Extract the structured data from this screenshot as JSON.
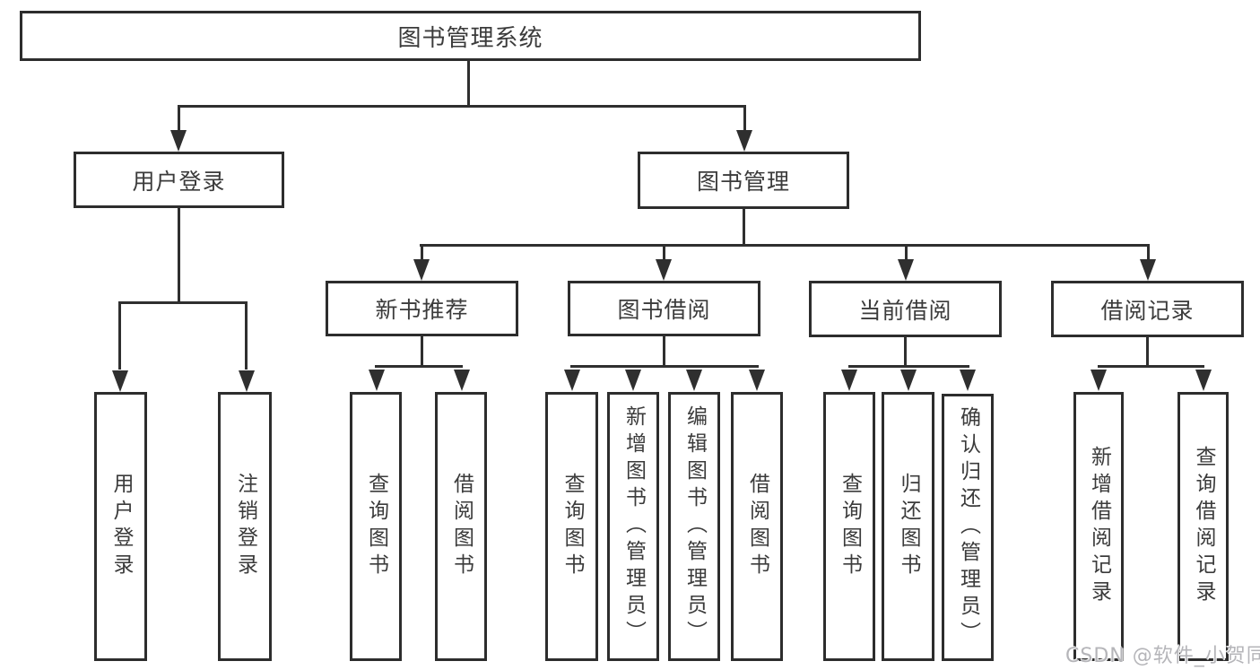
{
  "diagram": {
    "root": {
      "label": "图书管理系统"
    },
    "branches": [
      {
        "label": "用户登录",
        "children": [
          {
            "label": "用户登录"
          },
          {
            "label": "注销登录"
          }
        ]
      },
      {
        "label": "图书管理",
        "children": [
          {
            "label": "新书推荐",
            "children": [
              {
                "label": "查询图书"
              },
              {
                "label": "借阅图书"
              }
            ]
          },
          {
            "label": "图书借阅",
            "children": [
              {
                "label": "查询图书"
              },
              {
                "label": "新增图书（管理员）"
              },
              {
                "label": "编辑图书（管理员）"
              },
              {
                "label": "借阅图书"
              }
            ]
          },
          {
            "label": "当前借阅",
            "children": [
              {
                "label": "查询图书"
              },
              {
                "label": "归还图书"
              },
              {
                "label": "确认归还（管理员）"
              }
            ]
          },
          {
            "label": "借阅记录",
            "children": [
              {
                "label": "新增借阅记录"
              },
              {
                "label": "查询借阅记录"
              }
            ]
          }
        ]
      }
    ]
  },
  "watermark": {
    "text": "CSDN @软件_小贺同学"
  },
  "colors": {
    "line": "#2f2f2f",
    "box_border": "#2d2d2d",
    "text": "#3b3b3b",
    "background": "#ffffff",
    "watermark": "#b5b5b9"
  }
}
